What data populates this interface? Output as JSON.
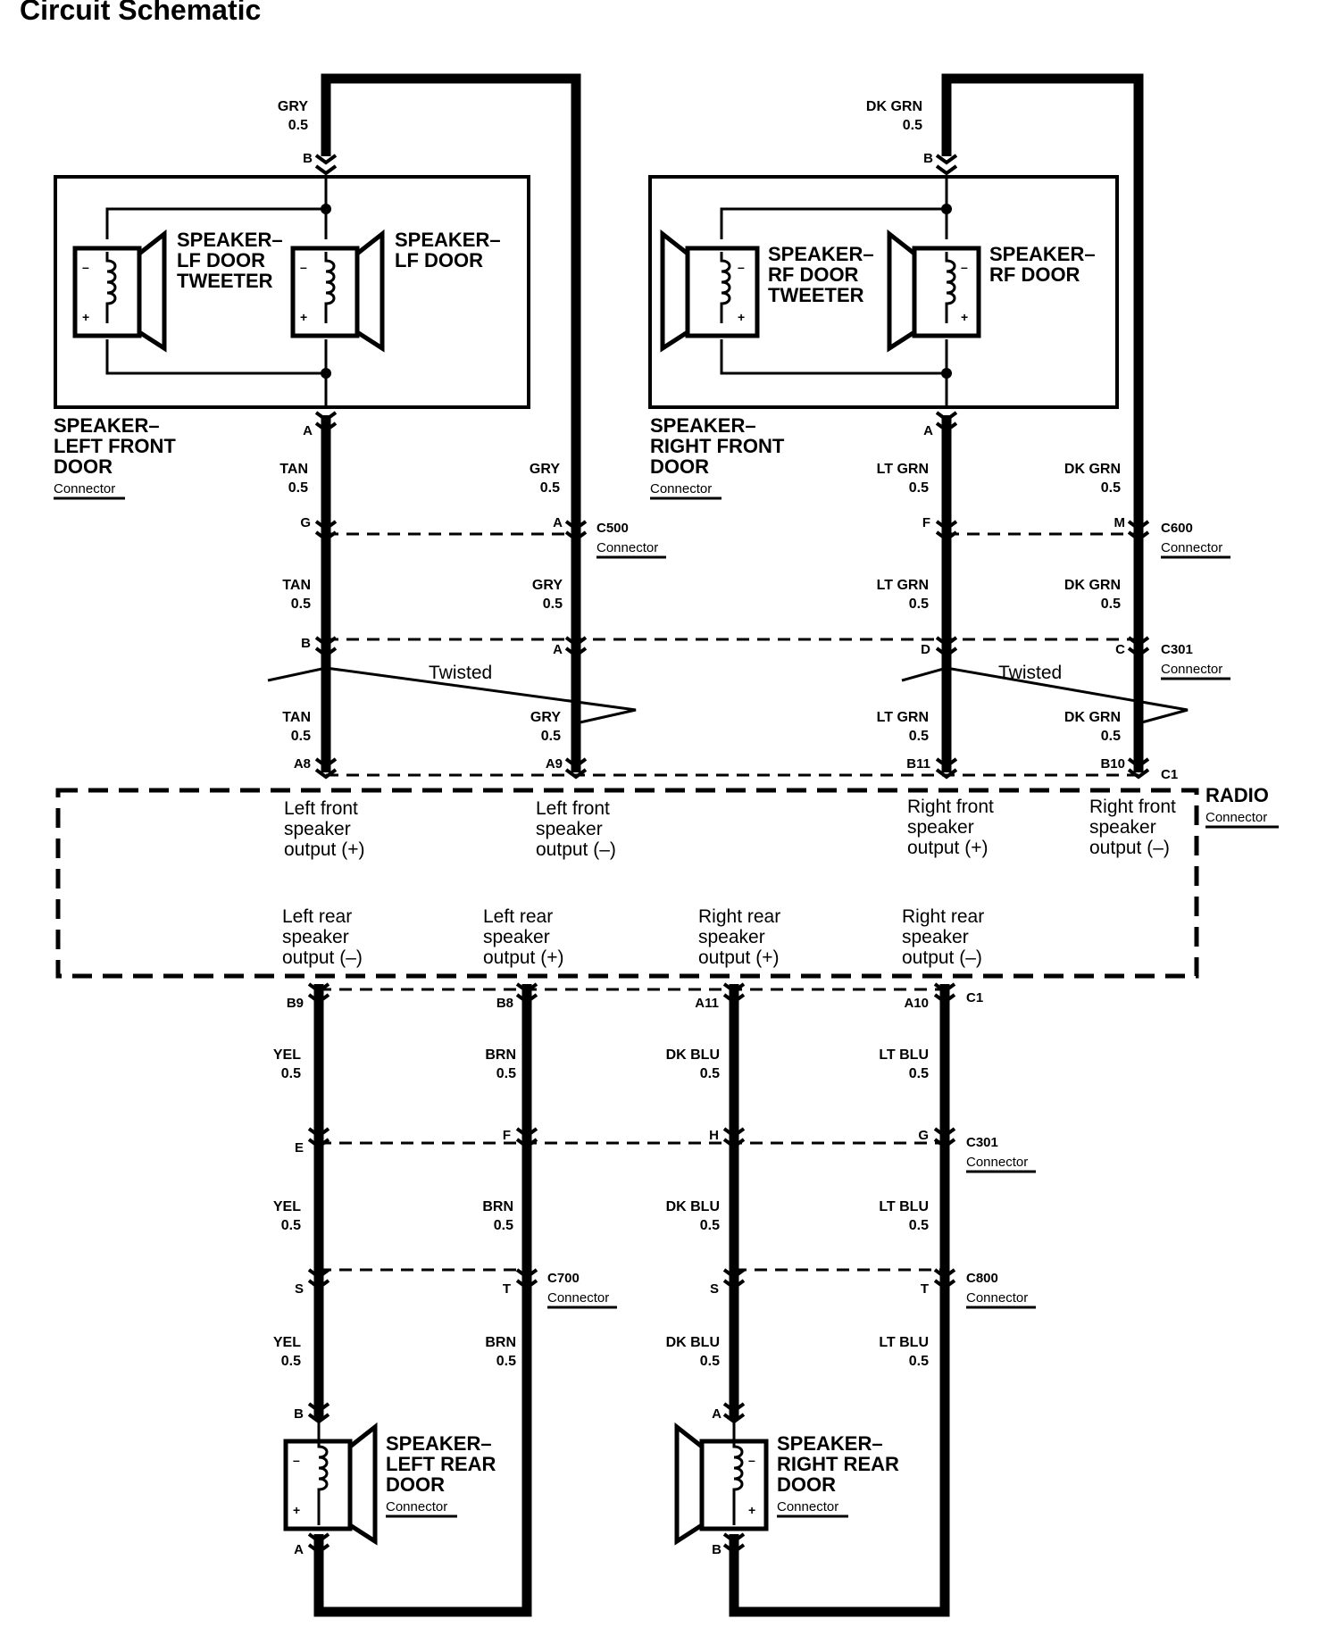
{
  "title": "Circuit Schematic",
  "components": {
    "lf_door": {
      "lines": [
        "SPEAKER–",
        "LEFT FRONT",
        "DOOR"
      ],
      "connector": "Connector"
    },
    "rf_door": {
      "lines": [
        "SPEAKER–",
        "RIGHT FRONT",
        "DOOR"
      ],
      "connector": "Connector"
    },
    "lf_tweeter": [
      "SPEAKER–",
      "LF DOOR",
      "TWEETER"
    ],
    "lf_speaker": [
      "SPEAKER–",
      "LF DOOR"
    ],
    "rf_tweeter": [
      "SPEAKER–",
      "RF DOOR",
      "TWEETER"
    ],
    "rf_speaker": [
      "SPEAKER–",
      "RF DOOR"
    ],
    "lr_door": {
      "lines": [
        "SPEAKER–",
        "LEFT REAR",
        "DOOR"
      ],
      "connector": "Connector"
    },
    "rr_door": {
      "lines": [
        "SPEAKER–",
        "RIGHT REAR",
        "DOOR"
      ],
      "connector": "Connector"
    },
    "radio": {
      "label": "RADIO",
      "connector": "Connector"
    }
  },
  "radio_outputs": [
    [
      "Left front",
      "speaker",
      "output (+)"
    ],
    [
      "Left front",
      "speaker",
      "output (–)"
    ],
    [
      "Right front",
      "speaker",
      "output (+)"
    ],
    [
      "Right front",
      "speaker",
      "output (–)"
    ],
    [
      "Left rear",
      "speaker",
      "output (–)"
    ],
    [
      "Left rear",
      "speaker",
      "output (+)"
    ],
    [
      "Right rear",
      "speaker",
      "output (+)"
    ],
    [
      "Right rear",
      "speaker",
      "output (–)"
    ]
  ],
  "wire_labels": [
    [
      "GRY",
      "0.5"
    ],
    [
      "TAN",
      "0.5"
    ],
    [
      "GRY",
      "0.5"
    ],
    [
      "TAN",
      "0.5"
    ],
    [
      "GRY",
      "0.5"
    ],
    [
      "TAN",
      "0.5"
    ],
    [
      "GRY",
      "0.5"
    ],
    [
      "DK GRN",
      "0.5"
    ],
    [
      "LT GRN",
      "0.5"
    ],
    [
      "DK GRN",
      "0.5"
    ],
    [
      "LT GRN",
      "0.5"
    ],
    [
      "DK GRN",
      "0.5"
    ],
    [
      "LT GRN",
      "0.5"
    ],
    [
      "DK GRN",
      "0.5"
    ],
    [
      "YEL",
      "0.5"
    ],
    [
      "BRN",
      "0.5"
    ],
    [
      "DK BLU",
      "0.5"
    ],
    [
      "LT BLU",
      "0.5"
    ],
    [
      "YEL",
      "0.5"
    ],
    [
      "BRN",
      "0.5"
    ],
    [
      "DK BLU",
      "0.5"
    ],
    [
      "LT BLU",
      "0.5"
    ],
    [
      "YEL",
      "0.5"
    ],
    [
      "BRN",
      "0.5"
    ],
    [
      "DK BLU",
      "0.5"
    ],
    [
      "LT BLU",
      "0.5"
    ]
  ],
  "pins": [
    "B",
    "B",
    "A",
    "A",
    "G",
    "A",
    "F",
    "M",
    "B",
    "A",
    "D",
    "C",
    "A8",
    "A9",
    "B11",
    "B10",
    "B9",
    "B8",
    "A11",
    "A10",
    "E",
    "F",
    "H",
    "G",
    "S",
    "T",
    "S",
    "T",
    "B",
    "A",
    "A",
    "B"
  ],
  "connectors": [
    {
      "id": "C500",
      "sub": "Connector"
    },
    {
      "id": "C600",
      "sub": "Connector"
    },
    {
      "id": "C301",
      "sub": "Connector"
    },
    {
      "id": "C1",
      "sub": ""
    },
    {
      "id": "C1",
      "sub": ""
    },
    {
      "id": "C301",
      "sub": "Connector"
    },
    {
      "id": "C700",
      "sub": "Connector"
    },
    {
      "id": "C800",
      "sub": "Connector"
    }
  ],
  "twisted": [
    "Twisted",
    "Twisted"
  ],
  "polarity": {
    "minus": "–",
    "plus": "+"
  }
}
